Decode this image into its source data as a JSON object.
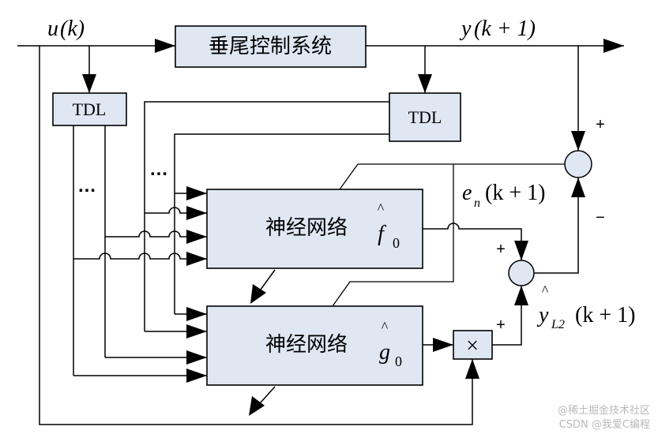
{
  "blocks": {
    "plant": "垂尾控制系统",
    "tdl_left": "TDL",
    "tdl_right": "TDL",
    "nn_f": "神经网络",
    "nn_g": "神经网络",
    "multiplier": "×"
  },
  "signals": {
    "input": "u(k)",
    "output": "y(k+1)",
    "error": "e_n(k+1)",
    "estimate": "y_L2(k+1)"
  },
  "math_parts": {
    "u": "u",
    "k_paren": "(k)",
    "y": "y",
    "k1_paren": "(k + 1)",
    "e": "e",
    "e_sub": "n",
    "f": "f",
    "g": "g",
    "zero": "0",
    "hat": "^",
    "yl_sub": "L2"
  },
  "signs": {
    "top_plus": "+",
    "minus": "−",
    "mid_plus": "+",
    "low_plus": "+"
  },
  "dots": "…",
  "watermark": {
    "line1": "@稀土掘金技术社区",
    "line2": "CSDN @我爱C编程"
  }
}
